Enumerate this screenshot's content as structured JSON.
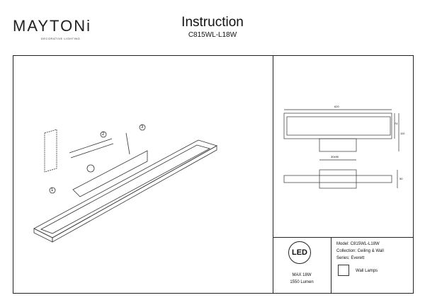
{
  "header": {
    "brand": "MAYTONi",
    "brand_sub": "DECORATIVE LIGHTING",
    "title": "Instruction",
    "model": "C815WL-L18W"
  },
  "dimensions": {
    "width": "620",
    "height_a": "74",
    "height_b": "110",
    "mount": "30x95",
    "depth": "50"
  },
  "steps": [
    "1",
    "2",
    "3"
  ],
  "info": {
    "led": "LED",
    "power": "MAX 18W",
    "lumen": "1550 Lumen",
    "model": "Model: C815WL-L18W",
    "collection": "Collection: Ceiling & Wall",
    "series": "Series: Everett",
    "type": "Wall Lamps",
    "type_icon": "wall-lamp-icon"
  }
}
